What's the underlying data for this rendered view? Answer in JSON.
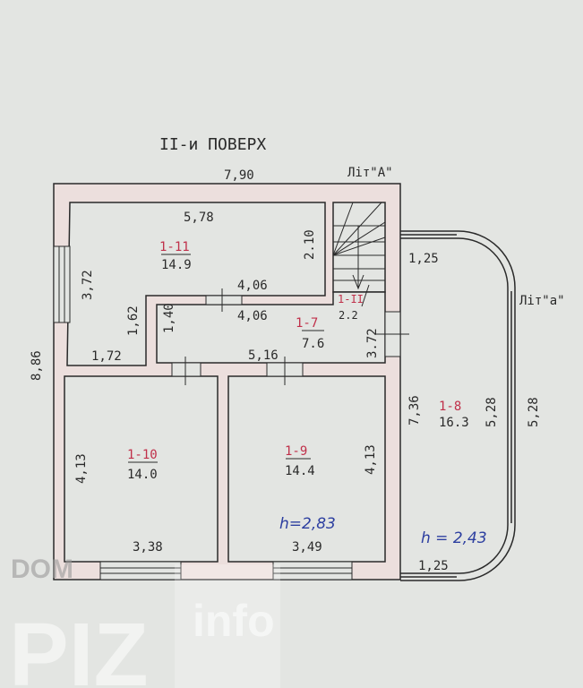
{
  "title": "II-и ПОВЕРХ",
  "labels": {
    "lit_A": "Літ\"А\"",
    "lit_a": "Літ\"а\""
  },
  "dimensions": {
    "overall_width": "7,90",
    "overall_height": "8,86",
    "room11_width": "5,78",
    "room11_height": "3,72",
    "room11_right": "2.10",
    "room11_bottom": "4,06",
    "corridor_top": "4,06",
    "room11_step_height": "1,62",
    "room11_step_width": "1,72",
    "corridor_height": "1,40",
    "corridor_width": "5,16",
    "stair_height": "3.72",
    "balcony_top": "1,25",
    "balcony_bottom": "1,25",
    "balcony_inner_height": "7,36",
    "balcony_height_a": "5,28",
    "balcony_height_b": "5,28",
    "room10_height": "4,13",
    "room10_width": "3,38",
    "room9_height": "4,13",
    "room9_width": "3,49"
  },
  "rooms": [
    {
      "id": "1-11",
      "area": "14.9"
    },
    {
      "id": "1-II",
      "area": "2.2"
    },
    {
      "id": "1-7",
      "area": "7.6"
    },
    {
      "id": "1-8",
      "area": "16.3"
    },
    {
      "id": "1-10",
      "area": "14.0"
    },
    {
      "id": "1-9",
      "area": "14.4"
    }
  ],
  "heights": {
    "main": "h=2,83",
    "balcony": "h = 2,43"
  },
  "watermark": {
    "dom": "DOM",
    "brand": "PIZ",
    "suffix": "info"
  },
  "colors": {
    "background": "#e3e5e2",
    "wall_fill": "#ecdfdd",
    "line": "#2a2a2a",
    "room_id": "#c0304a",
    "height_note": "#2d3fa0"
  }
}
